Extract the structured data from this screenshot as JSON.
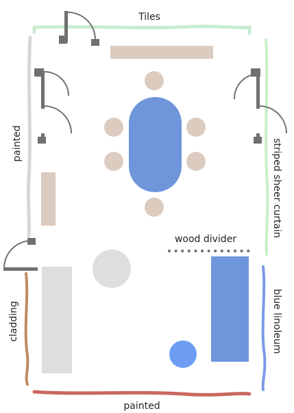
{
  "labels": {
    "top": "Tiles",
    "left_upper": "painted",
    "right_upper": "striped sheer curtain",
    "divider": "wood divider",
    "left_lower": "cladding",
    "right_lower": "blue linoleum",
    "bottom": "painted"
  },
  "colors": {
    "tiles": "#c8ecd0",
    "painted_wall": "#d7d7d7",
    "curtain": "#c6efc6",
    "cladding": "#c28a5e",
    "linoleum": "#7a9be6",
    "painted_bottom": "#c9695f",
    "wood": "#dccbbf",
    "table": "#6f95db",
    "chair": "#dccbbf",
    "door": "#707070",
    "grey_furniture": "#e0dddd",
    "blue_ball": "#6c9df2"
  }
}
